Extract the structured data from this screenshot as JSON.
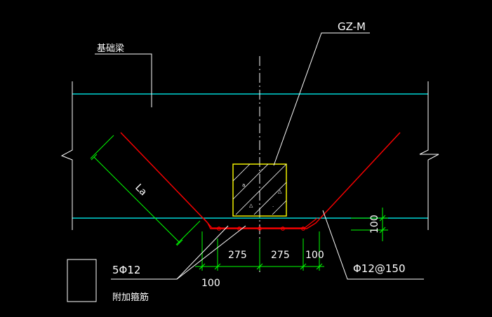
{
  "labels": {
    "foundation_beam": "基础梁",
    "column_mark": "GZ-M",
    "anchor_length": "La",
    "main_bars": "5Φ12",
    "extra_stirrups": "附加箍筋",
    "stirrup_spec": "Φ12@150"
  },
  "dimensions": {
    "d_left": "100",
    "d_275_left": "275",
    "d_275_right": "275",
    "d_right": "100",
    "d_vertical": "100"
  },
  "colors": {
    "background": "#000000",
    "beam_lines": "#00ffff",
    "rebar": "#ff0000",
    "column": "#ffff00",
    "dimensions": "#00ff00",
    "leaders": "#ffffff"
  }
}
